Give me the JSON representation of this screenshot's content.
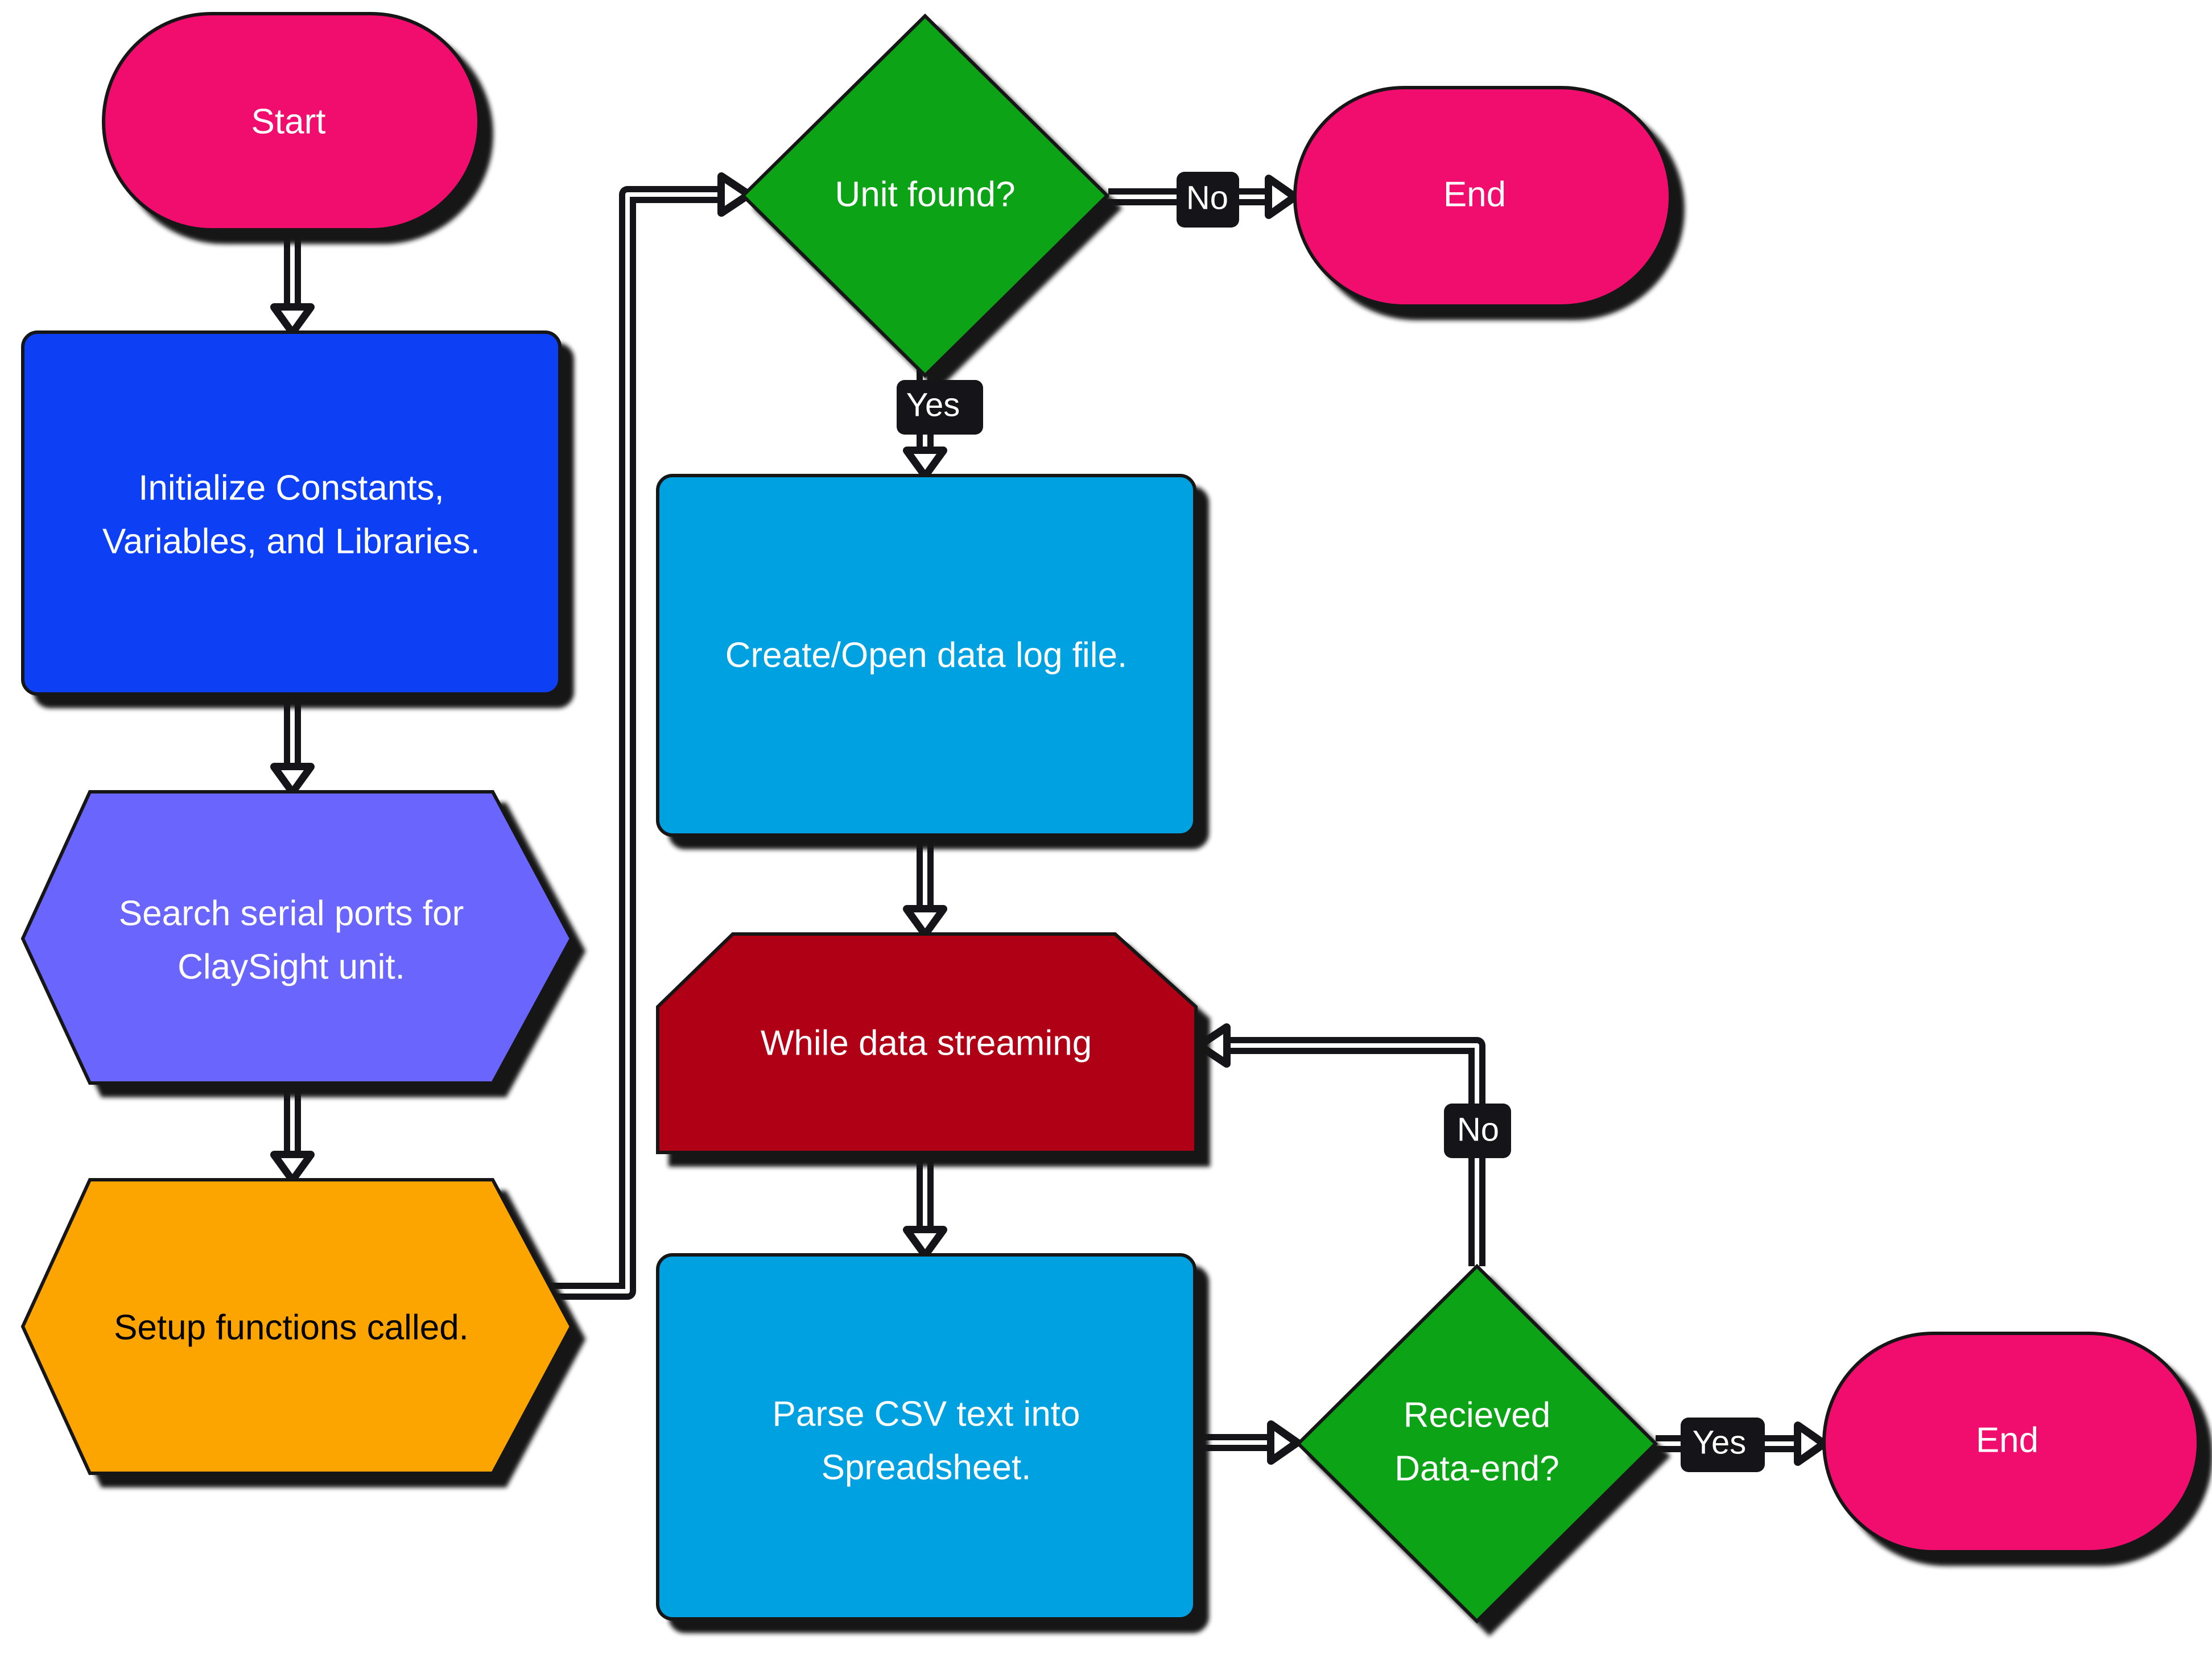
{
  "nodes": {
    "start": "Start",
    "init": [
      "Initialize Constants,",
      "Variables, and Libraries."
    ],
    "search": [
      "Search serial ports for",
      "ClaySight unit."
    ],
    "setup": "Setup functions called.",
    "unit_found": "Unit found?",
    "end_top": "End",
    "create_log": "Create/Open data log file.",
    "while_streaming": "While data streaming",
    "parse_csv": [
      "Parse CSV text into",
      "Spreadsheet."
    ],
    "received_end": [
      "Recieved",
      "Data-end?"
    ],
    "end_bottom": "End"
  },
  "edge_labels": {
    "unit_no": "No",
    "unit_yes": "Yes",
    "data_end_no": "No",
    "data_end_yes": "Yes"
  },
  "colors": {
    "terminator": "#f0116e",
    "process_dark_blue": "#0a3ff5",
    "preparation_purple": "#6b66fd",
    "preparation_orange": "#fca400",
    "decision_green": "#0fa314",
    "process_light_blue": "#00a1e1",
    "loop_red": "#b00015",
    "outline": "#141419"
  }
}
